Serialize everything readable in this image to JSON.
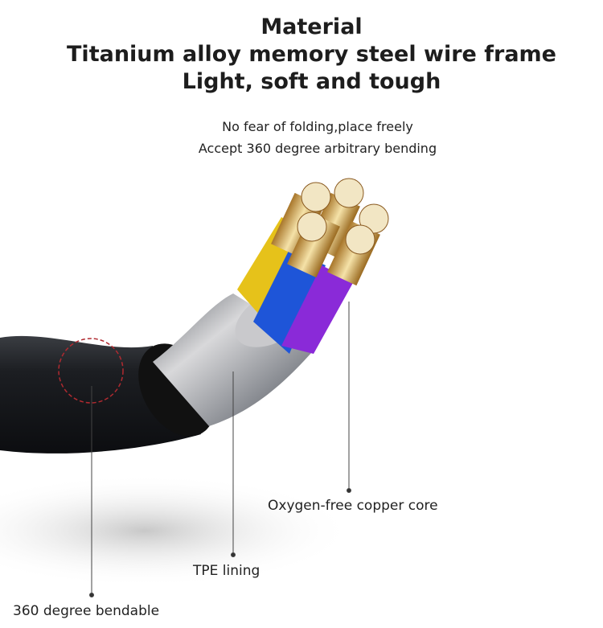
{
  "heading": {
    "line1": "Material",
    "line2": "Titanium alloy memory steel wire frame",
    "line3": "Light, soft and tough"
  },
  "subheading": {
    "line1": "No fear of folding,place freely",
    "line2": "Accept 360 degree arbitrary bending"
  },
  "callouts": {
    "copper_core": "Oxygen-free copper core",
    "tpe_lining": "TPE lining",
    "bendable": "360 degree bendable"
  }
}
